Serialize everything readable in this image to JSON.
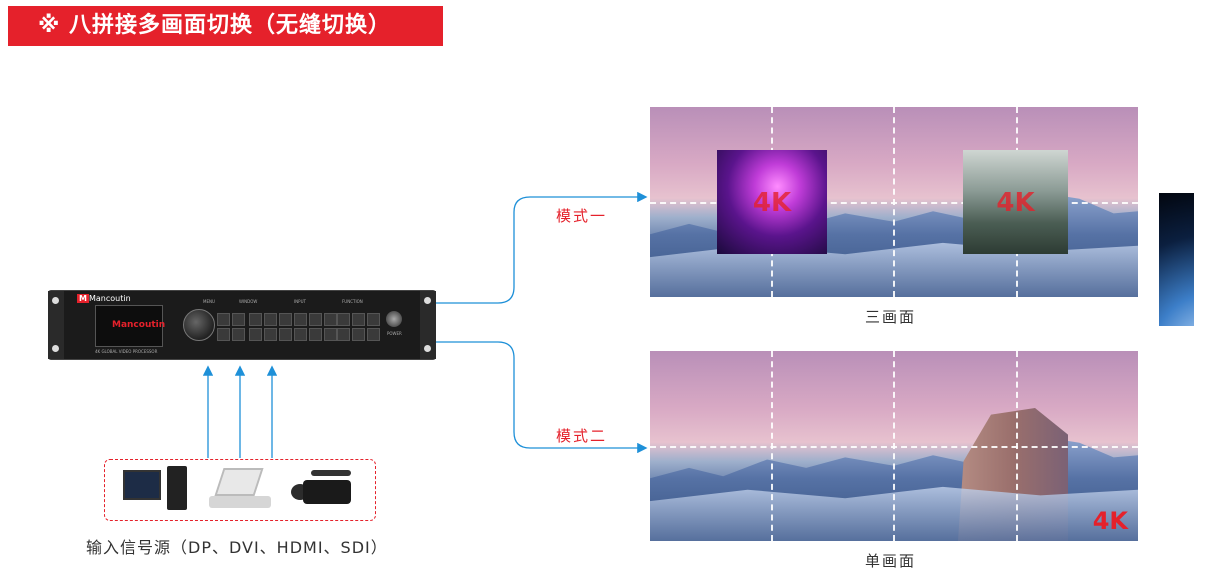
{
  "title": "※ 八拼接多画面切换（无缝切换）",
  "mode1_label": "模式一",
  "mode2_label": "模式二",
  "screen1_caption": "三画面",
  "screen2_caption": "单画面",
  "inset1_label": "4K",
  "inset2_label": "4K",
  "screen2_badge": "4K",
  "source_caption": "输入信号源（DP、DVI、HDMI、SDI）",
  "device": {
    "brand": "Mancoutin",
    "lcd_logo": "Mancoutin",
    "menu_label": "MENU",
    "window_label": "WINDOW",
    "input_label": "INPUT",
    "function_label": "FUNCTION",
    "power_label": "POWER",
    "model_label": "4K GLOBAL VIDEO PROCESSOR"
  },
  "colors": {
    "accent": "#e5212b",
    "arrow": "#1e90d8"
  }
}
